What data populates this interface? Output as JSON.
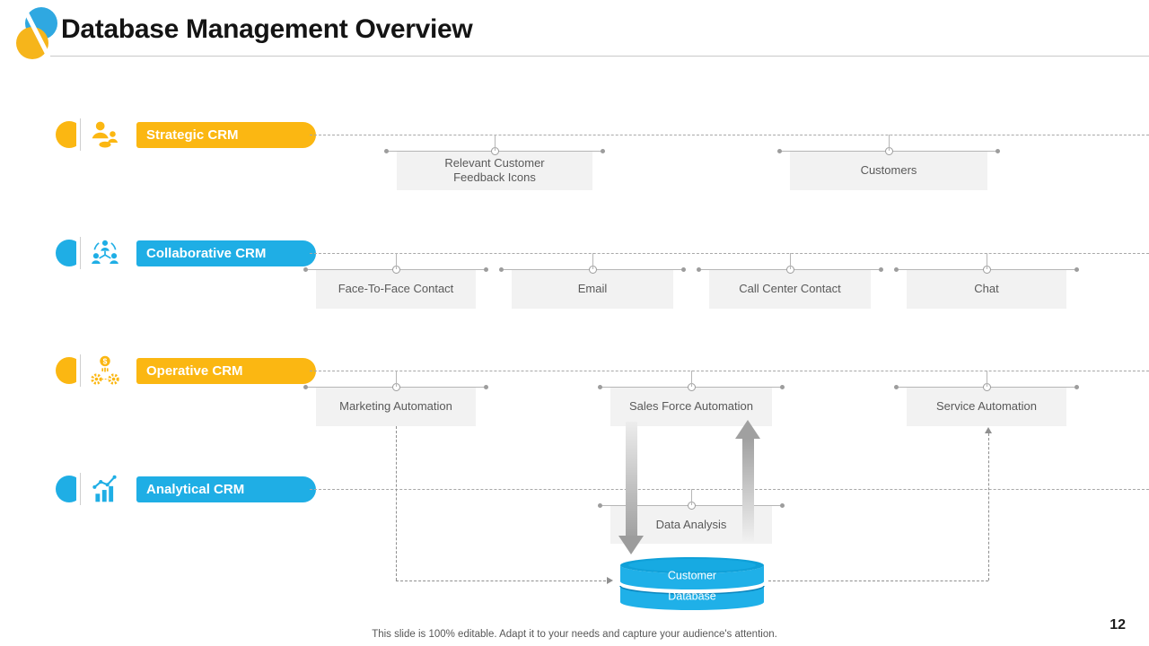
{
  "slide": {
    "title": "Database Management Overview",
    "footer": "This slide is 100% editable. Adapt it to your needs and capture your audience's attention.",
    "page_number": "12"
  },
  "colors": {
    "yellow": "#FBB712",
    "blue": "#1FAEE5",
    "cylinder_blue": "#1FB0E8",
    "box_bg": "#F2F2F2",
    "box_text": "#595959",
    "arrow_gray": "#9C9C9C"
  },
  "rows": [
    {
      "label": "Strategic CRM",
      "icon": "people-group-icon",
      "nodes": [
        "Relevant Customer Feedback Icons",
        "Customers"
      ]
    },
    {
      "label": "Collaborative CRM",
      "icon": "people-network-icon",
      "nodes": [
        "Face-To-Face Contact",
        "Email",
        "Call Center Contact",
        "Chat"
      ]
    },
    {
      "label": "Operative CRM",
      "icon": "coin-gears-icon",
      "nodes": [
        "Marketing Automation",
        "Sales Force Automation",
        "Service Automation"
      ]
    },
    {
      "label": "Analytical CRM",
      "icon": "bar-chart-icon",
      "nodes": [
        "Data Analysis"
      ]
    }
  ],
  "database": {
    "line1": "Customer",
    "line2": "Database"
  }
}
